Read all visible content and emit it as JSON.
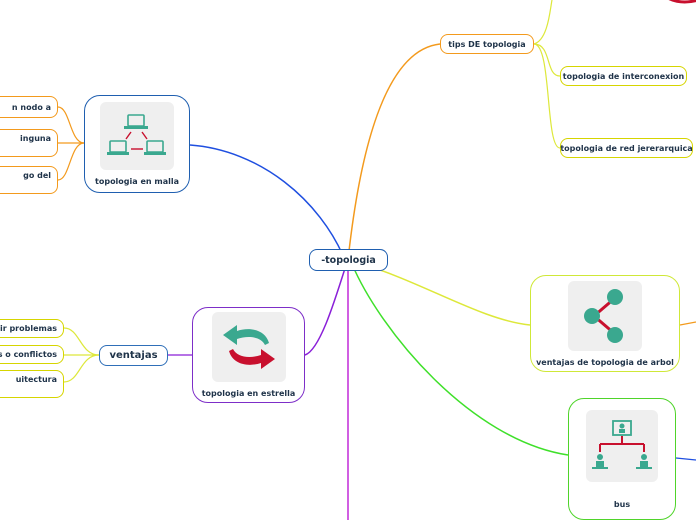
{
  "central": {
    "label": "-topologia",
    "color": "#1f5fb0"
  },
  "branches": {
    "tips": {
      "label": "tips DE topologia",
      "color": "#f39a1d",
      "children": [
        {
          "label": "topologia de interconexion",
          "color": "#d6d500"
        },
        {
          "label": "topologia de red jererarquica",
          "color": "#d6d500"
        }
      ]
    },
    "malla": {
      "label": "topologia en malla",
      "color": "#1f5fb0",
      "icon": "network-computers-icon",
      "children": [
        {
          "label": "n nodo a",
          "color": "#f39a1d"
        },
        {
          "label": "inguna",
          "color": "#f39a1d"
        },
        {
          "label": "go del",
          "color": "#f39a1d"
        }
      ]
    },
    "estrella": {
      "label": "topologia en estrella",
      "color": "#7d2ec8",
      "icon": "refresh-arrows-icon",
      "ventajas": {
        "label": "ventajas",
        "color": "#2f6fb8",
        "children": [
          {
            "label": "ir problemas",
            "color": "#d6d500"
          },
          {
            "label": "s o conflictos",
            "color": "#d6d500"
          },
          {
            "label": "uitectura",
            "color": "#d6d500"
          }
        ]
      }
    },
    "arbol": {
      "label": "ventajas de topologia de arbol",
      "color": "#cfe838",
      "icon": "share-nodes-icon"
    },
    "bus": {
      "label": "bus",
      "color": "#4fd42a",
      "icon": "org-chart-icon"
    }
  },
  "colors": {
    "line_blue": "#1f4fe0",
    "line_orange": "#f39a1d",
    "line_purple": "#8a1fd8",
    "line_magenta": "#c22ad8",
    "line_green": "#3fe02a",
    "line_yellow": "#dde83a",
    "teal": "#3aa88f",
    "red": "#c8102e"
  }
}
